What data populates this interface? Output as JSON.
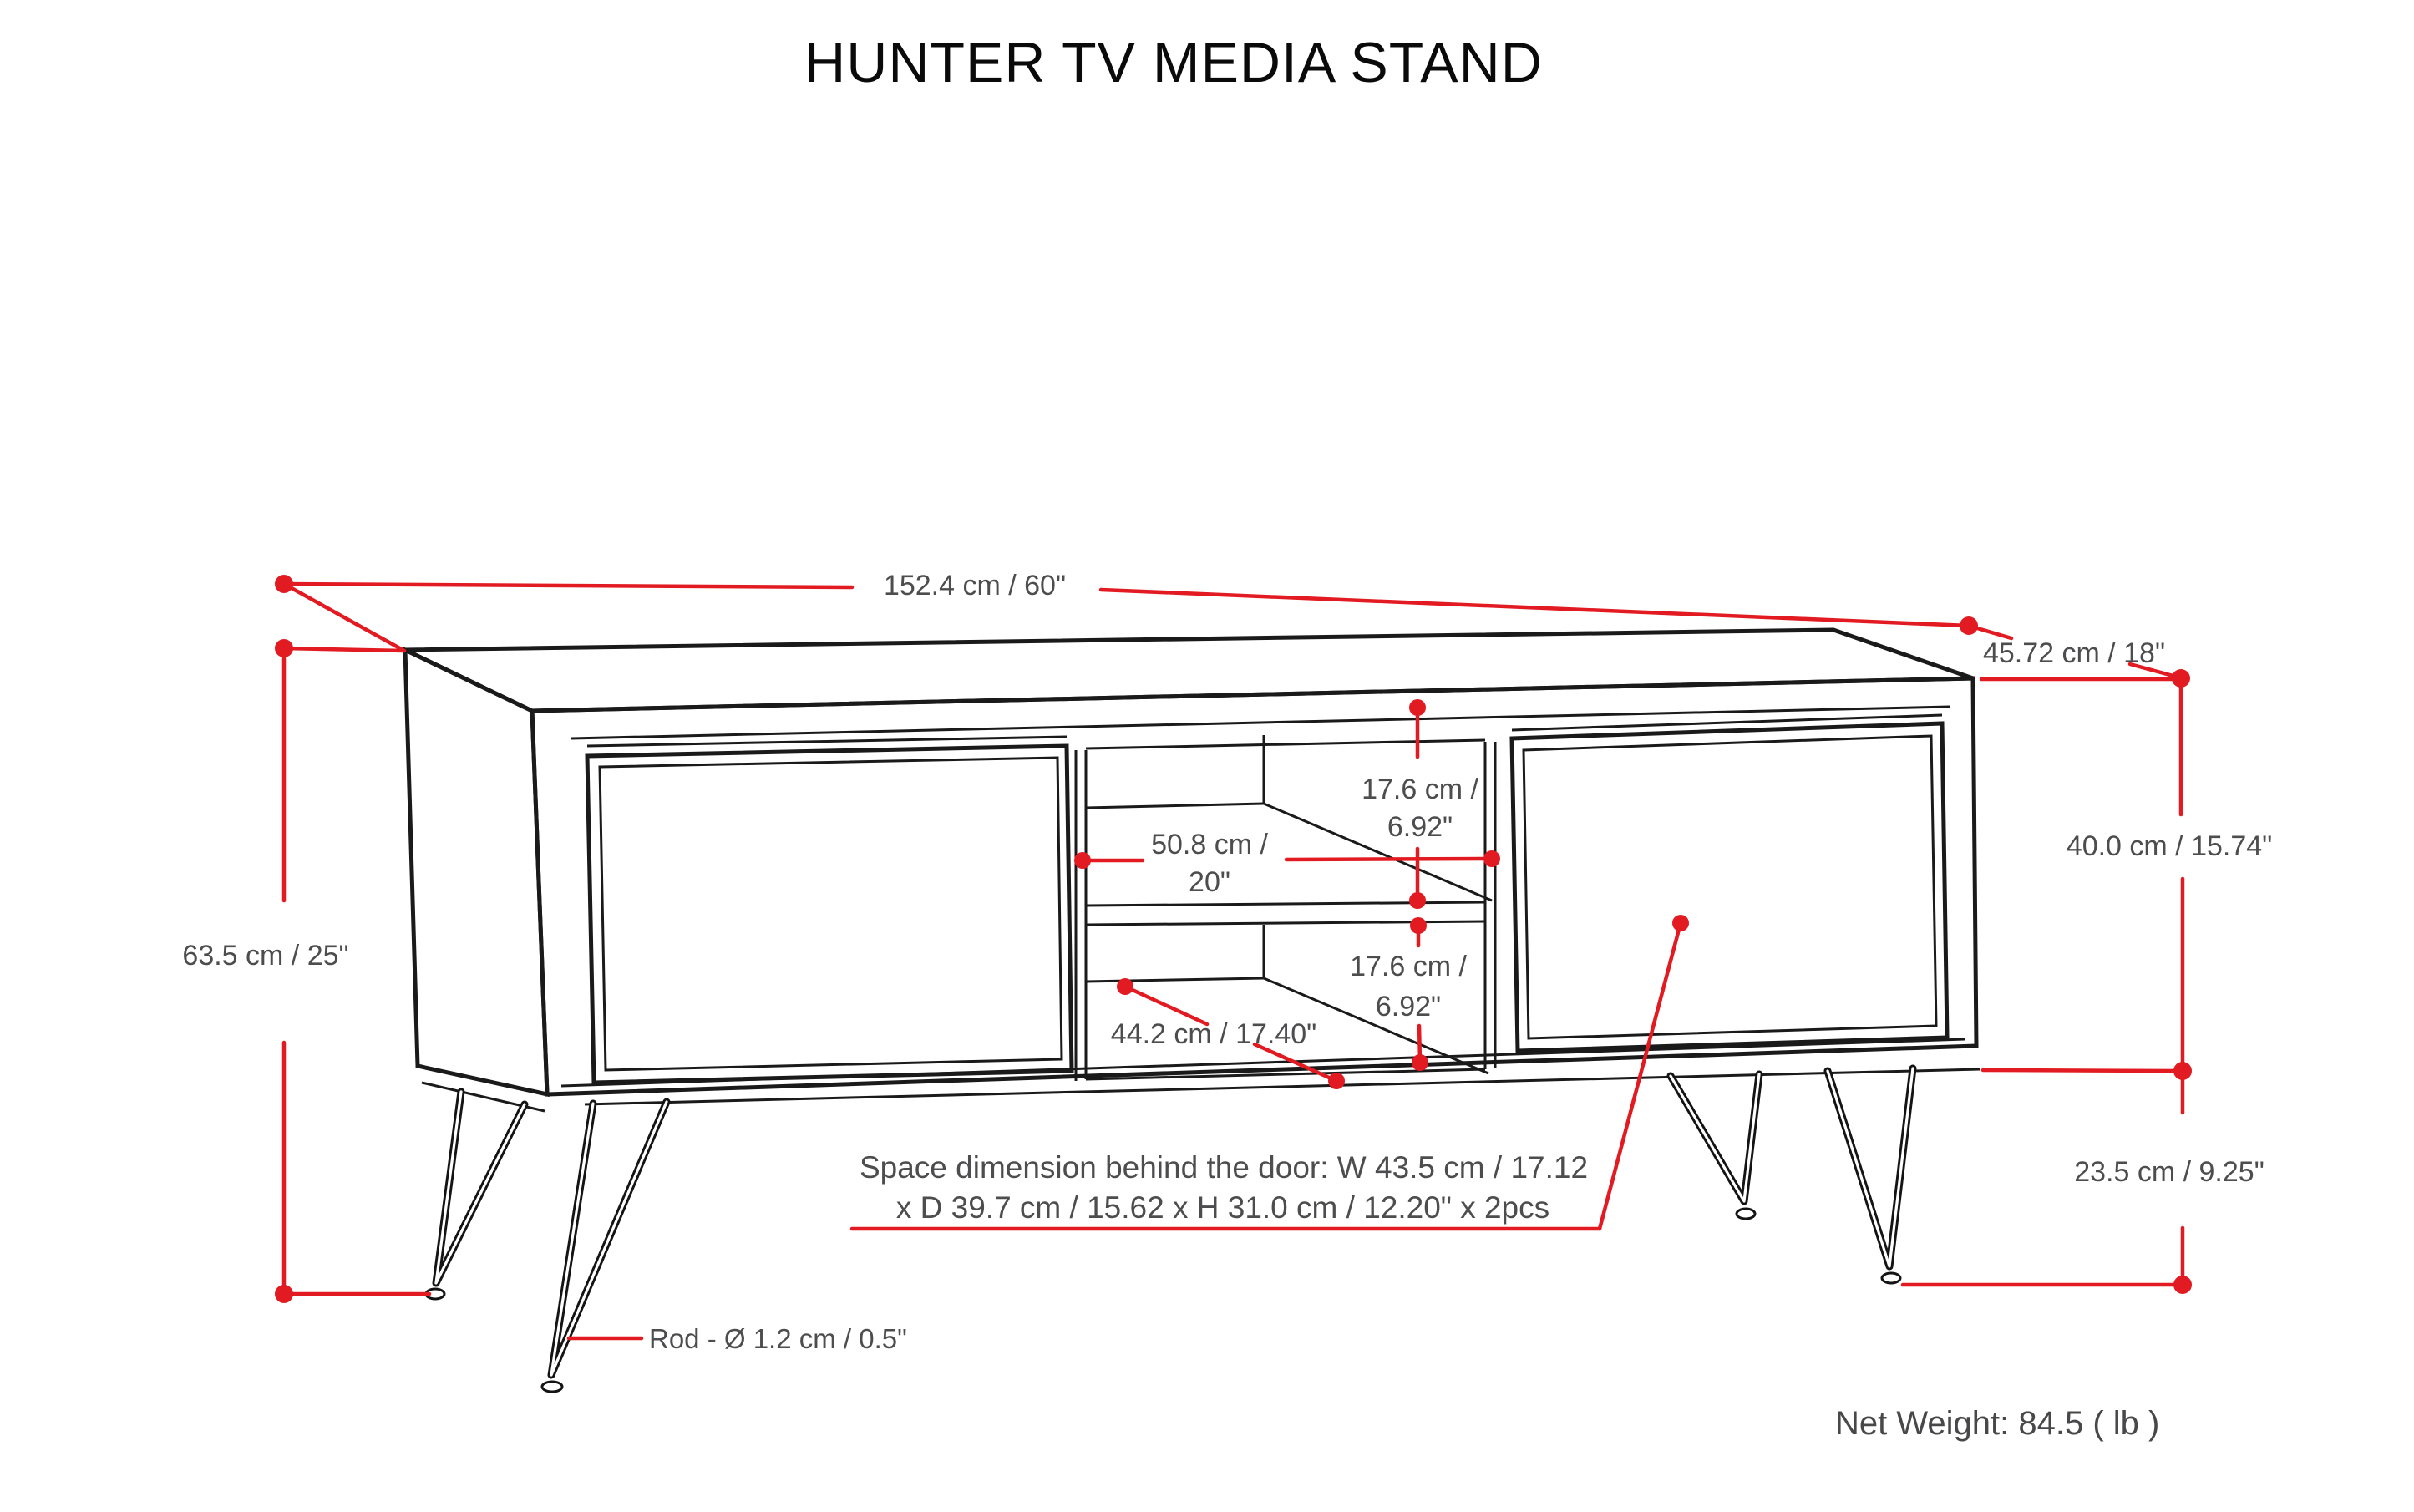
{
  "title": "HUNTER TV MEDIA STAND",
  "colors": {
    "dimension_red": "#e11b21",
    "dimension_text_gray": "#4d4d4f",
    "outline_black": "#1a1a1a",
    "background": "#ffffff"
  },
  "dimensions": {
    "overall_width": "152.4 cm / 60\"",
    "overall_depth": "45.72 cm / 18\"",
    "overall_height": "63.5 cm / 25\"",
    "cabinet_height": "40.0 cm / 15.74\"",
    "leg_height": "23.5 cm / 9.25\"",
    "upper_shelf_height_line1": "17.6 cm /",
    "upper_shelf_height_line2": "6.92\"",
    "shelf_width_line1": "50.8 cm /",
    "shelf_width_line2": "20\"",
    "lower_shelf_height_line1": "17.6 cm /",
    "lower_shelf_height_line2": "6.92\"",
    "shelf_depth": "44.2 cm / 17.40\"",
    "rod_diameter": "Rod - Ø 1.2 cm / 0.5\""
  },
  "notes": {
    "door_space_line1": "Space dimension behind the door:  W 43.5 cm / 17.12",
    "door_space_line2": "x D 39.7 cm / 15.62 x H 31.0 cm / 12.20\" x 2pcs",
    "net_weight": "Net Weight: 84.5 ( lb )"
  }
}
